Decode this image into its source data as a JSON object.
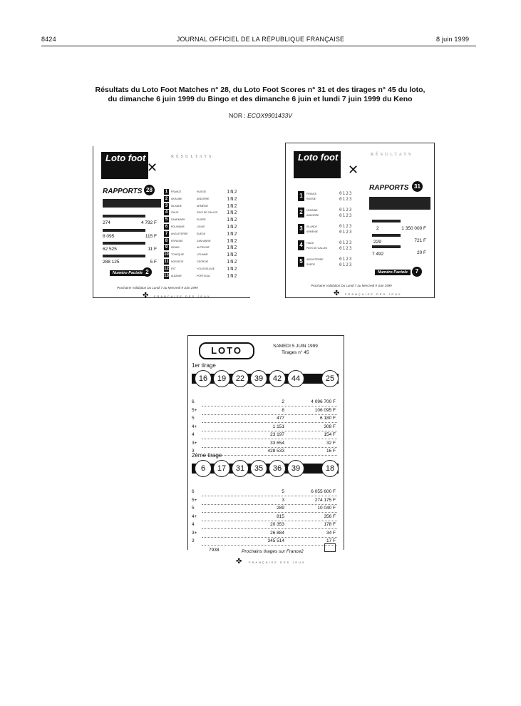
{
  "header": {
    "page_number": "8424",
    "journal": "JOURNAL OFFICIEL DE LA RÉPUBLIQUE FRANÇAISE",
    "date": "8 juin 1999"
  },
  "title": {
    "line1": "Résultats du Loto Foot Matches n° 28, du Loto Foot Scores n° 31 et des tirages n° 45 du loto,",
    "line2": "du dimanche 6 juin 1999 du Bingo et des dimanche 6 juin et lundi 7 juin 1999 du Keno"
  },
  "nor": {
    "label": "NOR :",
    "code": "ECOX9901433V"
  },
  "loto_foot_matches": {
    "logo": "Loto foot",
    "resultats": "RÉSULTATS",
    "rapports": "RAPPORTS",
    "number": "28",
    "rows": [
      {
        "left": "274",
        "right": "4 792 F"
      },
      {
        "left": "8 095",
        "right": "115 F"
      },
      {
        "left": "62 525",
        "right": "11 F"
      },
      {
        "left": "288 125",
        "right": "5 F"
      }
    ],
    "numero_pactole_label": "Numéro Pactole",
    "numero_pactole": "2",
    "matches": [
      {
        "n": "1",
        "home": "FRANCE",
        "away": "RUSSIE"
      },
      {
        "n": "2",
        "home": "UKRAINE",
        "away": "ANDORRE"
      },
      {
        "n": "3",
        "home": "ISLANDE",
        "away": "ARMÉNIE"
      },
      {
        "n": "4",
        "home": "ITALIE",
        "away": "PAYS DE GALLES"
      },
      {
        "n": "5",
        "home": "DANEMARK",
        "away": "SUISSE"
      },
      {
        "n": "6",
        "home": "ROUMANIE",
        "away": "LIGUIE"
      },
      {
        "n": "7",
        "home": "ANGLETERRE",
        "away": "SUEDE"
      },
      {
        "n": "8",
        "home": "ESPAGNE",
        "away": "SAN MARIN"
      },
      {
        "n": "9",
        "home": "ISRAEL",
        "away": "AUTRICHE"
      },
      {
        "n": "10",
        "home": "TCHEQUIE",
        "away": "LITUANIE"
      },
      {
        "n": "11",
        "home": "NORVEGE",
        "away": "GEORGIE"
      },
      {
        "n": "12",
        "home": "EST",
        "away": "YOUGOSLAVIE"
      },
      {
        "n": "13",
        "home": "ALBANIE",
        "away": "PORTUGAL"
      }
    ],
    "footer": "Prochaine Validation   Du Lundi 7 au Mercredi 9 Juin 1999",
    "fdj": "FRANÇAISE DES JEUX"
  },
  "loto_foot_scores": {
    "logo": "Loto foot",
    "resultats": "RÉSULTATS",
    "rapports": "RAPPORTS",
    "number": "31",
    "matches": [
      {
        "n": "1",
        "home": "FRANCE",
        "away": "RUSSIE"
      },
      {
        "n": "2",
        "home": "UKRAINE",
        "away": "ANDORRE"
      },
      {
        "n": "3",
        "home": "ISLANDE",
        "away": "ARMÉNIE"
      },
      {
        "n": "4",
        "home": "ITALIE",
        "away": "PAYS DE GALLES"
      },
      {
        "n": "5",
        "home": "ANGLETERRE",
        "away": "SUEDE"
      }
    ],
    "rows": [
      {
        "left": "2",
        "right": "1 350 000 F"
      },
      {
        "left": "229",
        "right": "721 F"
      },
      {
        "left": "7 492",
        "right": "20 F"
      }
    ],
    "numero_pactole_label": "Numéro Pactole",
    "numero_pactole": "7",
    "footer": "Prochaine Validation   Du Lundi 7 au Mercredi 9 Juin 1999",
    "fdj": "FRANÇAISE DES JEUX"
  },
  "loto": {
    "logo": "LOTO",
    "date": "SAMEDI 5 JUIN 1999",
    "tirage_no": "Tirages n° 45",
    "tirage1": {
      "label": "1er tirage",
      "balls": [
        "16",
        "19",
        "22",
        "39",
        "42",
        "44"
      ],
      "complementaire": "25",
      "rows": [
        {
          "rank": "6",
          "winners": "2",
          "amount": "4 096 700 F"
        },
        {
          "rank": "5+",
          "winners": "8",
          "amount": "106 095 F"
        },
        {
          "rank": "5",
          "winners": "477",
          "amount": "6 180 F"
        },
        {
          "rank": "4+",
          "winners": "1 151",
          "amount": "308 F"
        },
        {
          "rank": "4",
          "winners": "23 197",
          "amount": "154 F"
        },
        {
          "rank": "3+",
          "winners": "33 654",
          "amount": "32 F"
        },
        {
          "rank": "3",
          "winners": "428 533",
          "amount": "16 F"
        }
      ]
    },
    "tirage2": {
      "label": "2ème tirage",
      "balls": [
        "6",
        "17",
        "31",
        "35",
        "36",
        "39"
      ],
      "complementaire": "18",
      "rows": [
        {
          "rank": "6",
          "winners": "5",
          "amount": "6 055 600 F"
        },
        {
          "rank": "5+",
          "winners": "3",
          "amount": "274 175 F"
        },
        {
          "rank": "5",
          "winners": "289",
          "amount": "10 040 F"
        },
        {
          "rank": "4+",
          "winners": "815",
          "amount": "356 F"
        },
        {
          "rank": "4",
          "winners": "20 353",
          "amount": "178 F"
        },
        {
          "rank": "3+",
          "winners": "26 884",
          "amount": "34 F"
        },
        {
          "rank": "3",
          "winners": "345 514",
          "amount": "17 F"
        }
      ]
    },
    "joker_label": "7938",
    "next": "Prochains tirages sur France2",
    "fdj": "FRANÇAISE DES JEUX"
  }
}
